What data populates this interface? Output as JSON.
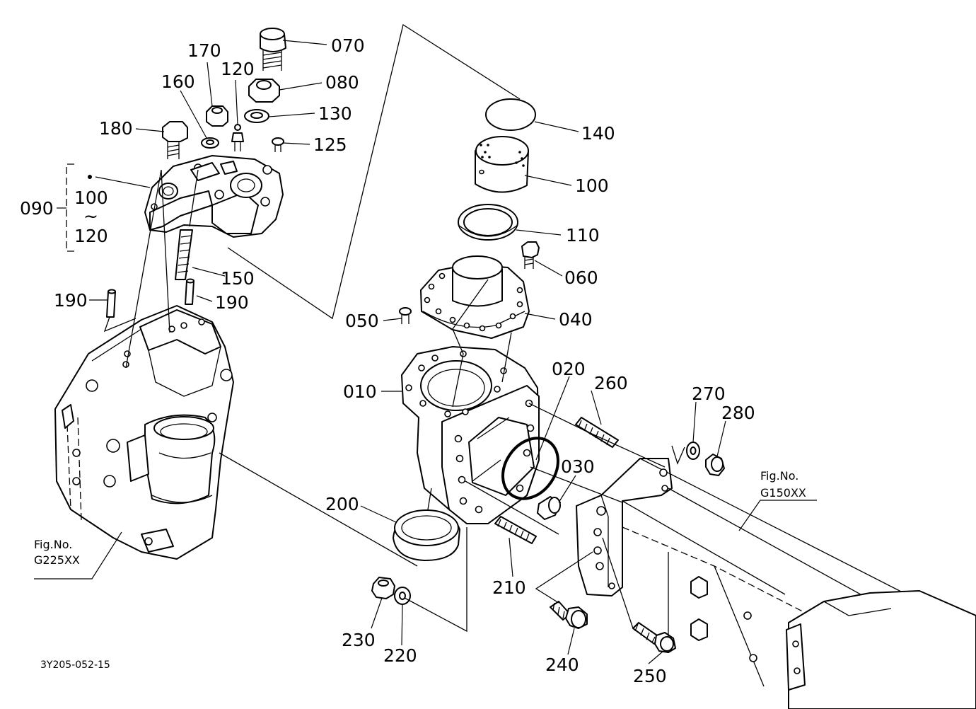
{
  "callouts": [
    {
      "id": "070",
      "text": "070"
    },
    {
      "id": "080",
      "text": "080"
    },
    {
      "id": "130",
      "text": "130"
    },
    {
      "id": "125",
      "text": "125"
    },
    {
      "id": "170",
      "text": "170"
    },
    {
      "id": "120a",
      "text": "120"
    },
    {
      "id": "160",
      "text": "160"
    },
    {
      "id": "180",
      "text": "180"
    },
    {
      "id": "090",
      "text": "090"
    },
    {
      "id": "100a",
      "text": "100"
    },
    {
      "id": "tilde",
      "text": "~"
    },
    {
      "id": "120b",
      "text": "120"
    },
    {
      "id": "150",
      "text": "150"
    },
    {
      "id": "190a",
      "text": "190"
    },
    {
      "id": "190b",
      "text": "190"
    },
    {
      "id": "140",
      "text": "140"
    },
    {
      "id": "100b",
      "text": "100"
    },
    {
      "id": "110",
      "text": "110"
    },
    {
      "id": "060",
      "text": "060"
    },
    {
      "id": "050",
      "text": "050"
    },
    {
      "id": "040",
      "text": "040"
    },
    {
      "id": "010",
      "text": "010"
    },
    {
      "id": "020",
      "text": "020"
    },
    {
      "id": "260",
      "text": "260"
    },
    {
      "id": "270",
      "text": "270"
    },
    {
      "id": "280",
      "text": "280"
    },
    {
      "id": "030",
      "text": "030"
    },
    {
      "id": "200",
      "text": "200"
    },
    {
      "id": "210",
      "text": "210"
    },
    {
      "id": "230",
      "text": "230"
    },
    {
      "id": "220",
      "text": "220"
    },
    {
      "id": "240",
      "text": "240"
    },
    {
      "id": "250",
      "text": "250"
    }
  ],
  "references": [
    {
      "id": "left",
      "line1": "Fig.No.",
      "line2": "G225XX"
    },
    {
      "id": "right",
      "line1": "Fig.No.",
      "line2": "G150XX"
    }
  ],
  "drawing_code": "3Y205-052-15"
}
